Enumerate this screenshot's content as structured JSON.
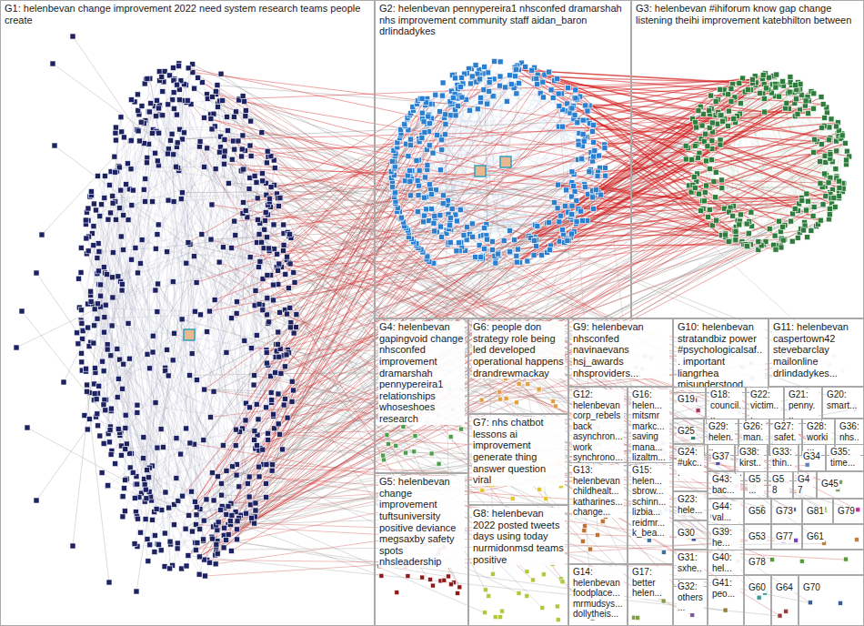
{
  "diagram": {
    "nodes": [
      {
        "text": [
          "G1: helenbevan change improvement 2022 need system research teams people create"
        ]
      },
      {
        "text": [
          "G2: helenbevan pennypereira1 nhsconfed dramarshah nhs improvement community staff aidan_baron drlindadykes"
        ]
      },
      {
        "text": [
          "G3: helenbevan #ihiforum know gap change listening theihi improvement katebhilton between"
        ]
      },
      {
        "text": [
          "G4: helenbevan gapingvoid change nhsconfed improvement dramarshah pennypereira1 relationships whoseshoes research"
        ]
      },
      {
        "text": [
          "G5: helenbevan change improvement tuftsuniversity positive deviance megsaxby safety spots nhsleadership"
        ]
      },
      {
        "text": [
          "G6: people don strategy role being led developed operational happens drandrewmackay"
        ]
      },
      {
        "text": [
          "G7: nhs chatbot lessons ai improvement generate thing answer question viral"
        ]
      },
      {
        "text": [
          "G8: helenbevan 2022 posted tweets days using today nurmidonmsd teams positive"
        ]
      },
      {
        "text": [
          "G9: helenbevan nhsconfed navinaevans hsj_awards nhsproviders..."
        ]
      },
      {
        "text": [
          "G10: helenbevan stratandbiz power #psychologicalsaf... important liangrhea misunderstood..."
        ]
      },
      {
        "text": [
          "G11: helenbevan caspertown42 stevebarclay mailonline drlindadykes..."
        ]
      },
      {
        "text": [
          "G12: helenbevan corp_rebels back asynchron... work synchrono..."
        ]
      },
      {
        "text": [
          "G13: helenbevan childhealt... katharines... change..."
        ]
      },
      {
        "text": [
          "G14: helenbevan foodplace... mrmudsys... dollytheis..."
        ]
      },
      {
        "text": [
          "G16: helen... mitsmr markc... saving mana... lizaltm..."
        ]
      },
      {
        "text": [
          "G15: helen... sbrow... schinn... lizbia... reidmr... k_bea..."
        ]
      },
      {
        "text": [
          "G17: better helen..."
        ]
      },
      {
        "text": [
          "G19"
        ]
      },
      {
        "text": [
          "G18: council..."
        ]
      },
      {
        "text": [
          "G22: victim..."
        ]
      },
      {
        "text": [
          "G21: penny..."
        ]
      },
      {
        "text": [
          "G20: smart..."
        ]
      },
      {
        "text": [
          "G25"
        ]
      },
      {
        "text": [
          "G29: helen..."
        ]
      },
      {
        "text": [
          "G26: man..."
        ]
      },
      {
        "text": [
          "G27: safet..."
        ]
      },
      {
        "text": [
          "G28: worki..."
        ]
      },
      {
        "text": [
          "G36: nhs..."
        ]
      },
      {
        "text": [
          "G24: #ukc..."
        ]
      },
      {
        "text": [
          "G37"
        ]
      },
      {
        "text": [
          "G38: kirst..."
        ]
      },
      {
        "text": [
          "G33: thin..."
        ]
      },
      {
        "text": [
          "G34"
        ]
      },
      {
        "text": [
          "G35: time..."
        ]
      },
      {
        "text": [
          "G43: bac..."
        ]
      },
      {
        "text": [
          "G5..."
        ]
      },
      {
        "text": [
          "G58"
        ]
      },
      {
        "text": [
          "G47"
        ]
      },
      {
        "text": [
          "G45"
        ]
      },
      {
        "text": [
          "G23: hele..."
        ]
      },
      {
        "text": [
          "G44: val..."
        ]
      },
      {
        "text": [
          "G56"
        ]
      },
      {
        "text": [
          "G73"
        ]
      },
      {
        "text": [
          "G81"
        ]
      },
      {
        "text": [
          "G79"
        ]
      },
      {
        "text": [
          "G30"
        ]
      },
      {
        "text": [
          "G39: he..."
        ]
      },
      {
        "text": [
          "G53"
        ]
      },
      {
        "text": [
          "G77"
        ]
      },
      {
        "text": [
          "G61"
        ]
      },
      {
        "text": [
          "G31: sxhe..."
        ]
      },
      {
        "text": [
          "G40: hel..."
        ]
      },
      {
        "text": [
          "G78"
        ]
      },
      {
        "text": [
          "G32: others..."
        ]
      },
      {
        "text": [
          "G41: peo..."
        ]
      },
      {
        "text": [
          "G60"
        ]
      },
      {
        "text": [
          "G64"
        ]
      },
      {
        "text": [
          "G70"
        ]
      }
    ]
  }
}
